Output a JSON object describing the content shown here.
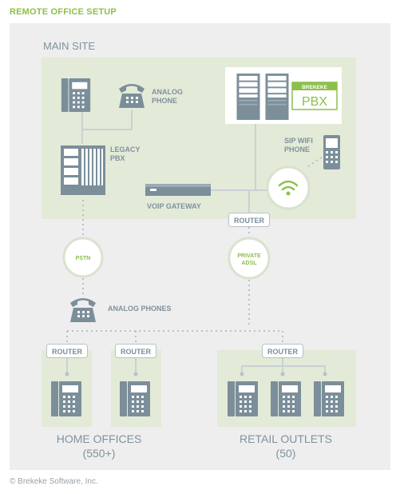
{
  "header": {
    "title": "REMOTE OFFICE SETUP"
  },
  "main_site": {
    "label": "MAIN SITE"
  },
  "devices": {
    "analog_phone": "ANALOG PHONE",
    "legacy_pbx": "LEGACY PBX",
    "voip_gateway": "VOIP GATEWAY",
    "sip_wifi_phone": "SIP WIFI PHONE",
    "brekeke_brand": "BREKEKE",
    "pbx_brand": "PBX"
  },
  "network": {
    "router": "ROUTER",
    "pstn": "PSTN",
    "private_adsl": "PRIVATE ADSL",
    "analog_phones": "ANALOG PHONES"
  },
  "branches": {
    "home_offices": {
      "name": "HOME OFFICES",
      "count": "(550+)"
    },
    "retail_outlets": {
      "name": "RETAIL OUTLETS",
      "count": "(50)"
    }
  },
  "footer": {
    "copyright": "© Brekeke Software, Inc."
  },
  "colors": {
    "accent_green": "#8cc04a",
    "device_gray": "#7b8e9a",
    "label_gray": "#7f929d",
    "zone_green": "#e3ead7",
    "panel_gray": "#eeeeee"
  }
}
